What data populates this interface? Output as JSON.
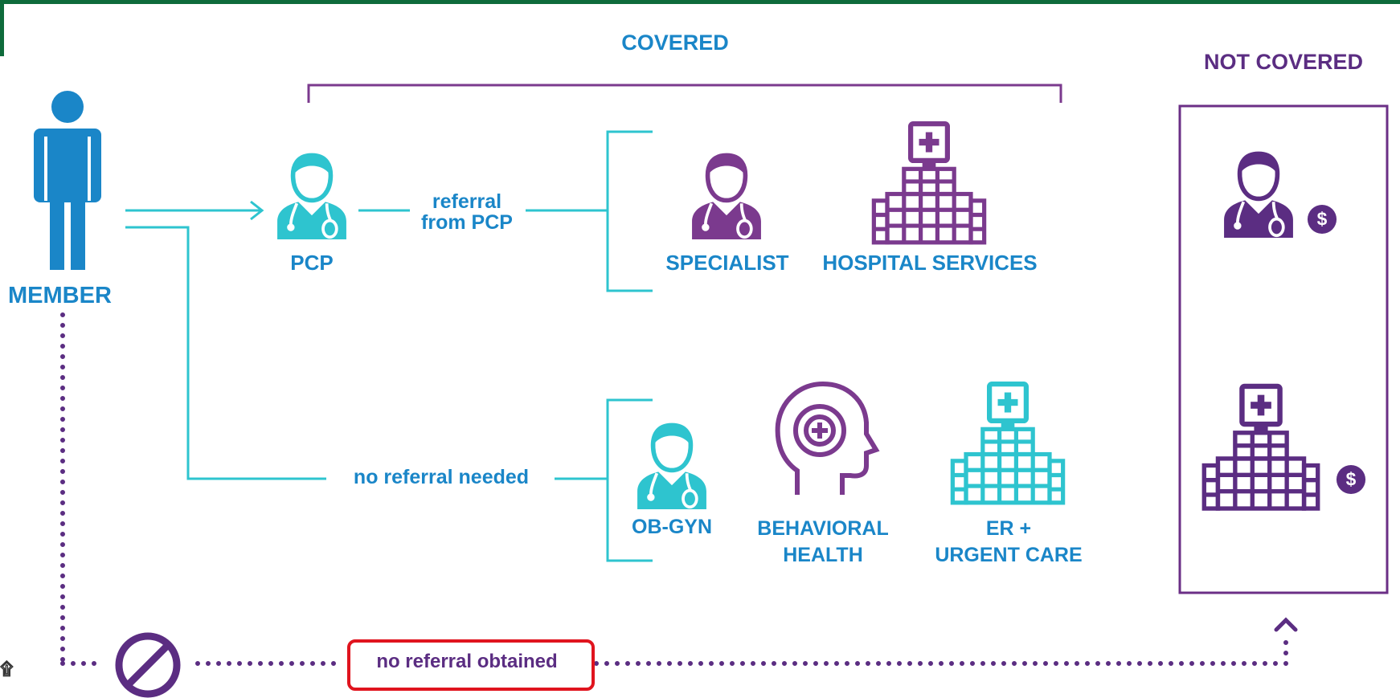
{
  "colors": {
    "blue": "#1a86c8",
    "teal": "#2ec4cf",
    "purple": "#7b3a8e",
    "dark_purple": "#5b2d82",
    "frame_green": "#0e6b3b",
    "highlight_red": "#e0141e"
  },
  "labels": {
    "covered": "COVERED",
    "not_covered": "NOT COVERED",
    "member": "MEMBER",
    "pcp": "PCP",
    "referral_line1": "referral",
    "referral_line2": "from PCP",
    "specialist": "SPECIALIST",
    "hospital_services": "HOSPITAL SERVICES",
    "no_referral_needed": "no referral needed",
    "ob_gyn": "OB-GYN",
    "behavioral_line1": "BEHAVIORAL",
    "behavioral_line2": "HEALTH",
    "er_line1": "ER +",
    "er_line2": "URGENT CARE",
    "no_referral_obtained": "no referral obtained"
  },
  "icons": {
    "member": "person-icon",
    "pcp": "doctor-icon",
    "specialist": "doctor-icon",
    "hospital": "hospital-icon",
    "obgyn": "doctor-icon",
    "behavioral": "head-plus-icon",
    "er": "hospital-icon",
    "not_covered_doctor": "doctor-dollar-icon",
    "not_covered_hospital": "hospital-dollar-icon",
    "prohibited": "prohibited-icon"
  }
}
